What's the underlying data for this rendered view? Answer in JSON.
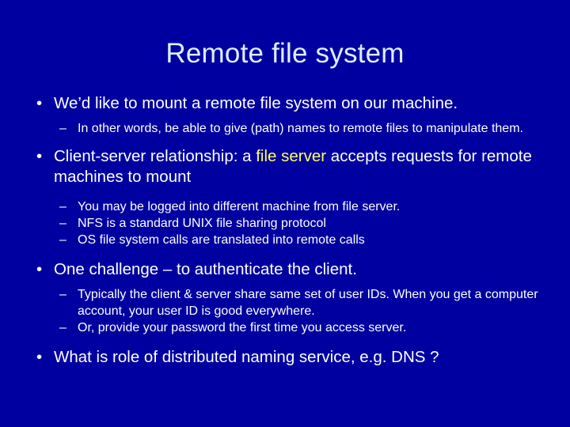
{
  "slide": {
    "title": "Remote file system",
    "background_color": "#0000a0",
    "title_color": "#ddeeff",
    "body_color": "#ffffff",
    "highlight_color": "#ffff66",
    "bullet_marker_level1": "•",
    "bullet_marker_level2": "–",
    "bullets": [
      {
        "level": 1,
        "text": "We’d like to mount a remote file system on our machine."
      },
      {
        "level": 2,
        "text": "In other words, be able to give (path) names to remote files to manipulate them."
      },
      {
        "level": 1,
        "text_before": "Client-server relationship:  a ",
        "highlight": "file server",
        "text_after": " accepts requests for remote machines to mount"
      },
      {
        "level": 2,
        "text": "You may be logged into different machine from file server."
      },
      {
        "level": 2,
        "text": "NFS is a standard UNIX file sharing protocol"
      },
      {
        "level": 2,
        "text": "OS file system calls are translated into remote calls"
      },
      {
        "level": 1,
        "text": "One challenge – to authenticate the client."
      },
      {
        "level": 2,
        "text": "Typically the client & server share same set of user IDs.  When you get a computer account, your user ID is good everywhere."
      },
      {
        "level": 2,
        "text": "Or, provide your password the first time you access server."
      },
      {
        "level": 1,
        "text": "What is role of distributed naming service, e.g. DNS ?"
      }
    ]
  }
}
